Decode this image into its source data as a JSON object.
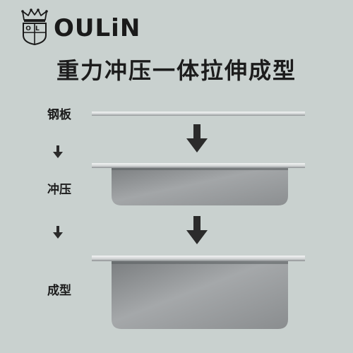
{
  "brand": {
    "logo_text": "OULiN",
    "emblem_letters": "OL"
  },
  "headline": "重力冲压一体拉伸成型",
  "steps": [
    {
      "label": "钢板"
    },
    {
      "label": "冲压"
    },
    {
      "label": "成型"
    }
  ],
  "colors": {
    "background": "#c9d1cf",
    "text": "#1c1c1c",
    "arrow": "#2b2b2b",
    "steel_light": "#e9ebeb",
    "steel_mid": "#9a9d9f",
    "steel_dark": "#6f7274"
  },
  "icons": {
    "emblem": "crown-shield-emblem-icon",
    "arrow": "arrow-down-icon"
  }
}
